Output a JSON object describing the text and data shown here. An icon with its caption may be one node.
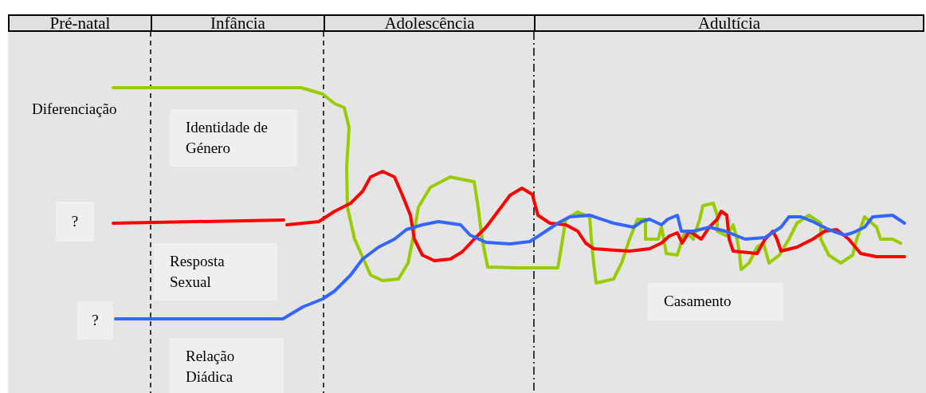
{
  "diagram": {
    "nodes": [
      {
        "text": [
          "Diferenciação"
        ]
      },
      {
        "text": [
          "Identidade de Género"
        ]
      },
      {
        "text": [
          "?"
        ]
      },
      {
        "text": [
          "Resposta Sexual"
        ]
      },
      {
        "text": [
          "?"
        ]
      },
      {
        "text": [
          "Relação Diádica"
        ]
      },
      {
        "text": [
          "Casamento"
        ]
      }
    ],
    "labels": [
      "Pré-natal",
      "Infância",
      "Adolescência",
      "Adultícia"
    ]
  }
}
